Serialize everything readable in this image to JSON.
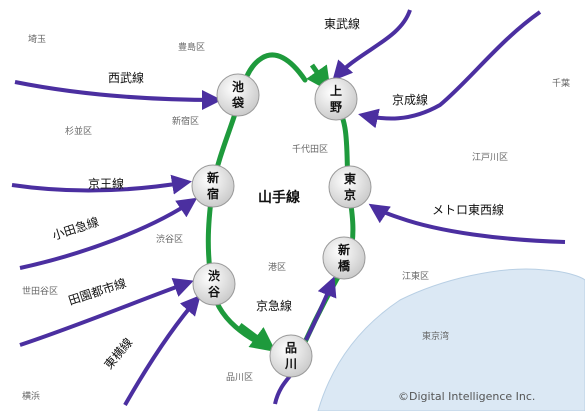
{
  "map": {
    "loop_name": "山手線",
    "copyright": "©Digital Intelligence Inc.",
    "colors": {
      "loop_line": "#1e9a3c",
      "connecting_line": "#4b2fa0",
      "bay_water": "#dbe8f4",
      "station_fill": "#dcdcdc",
      "background": "#ffffff"
    },
    "stations": [
      {
        "id": "ikebukuro",
        "line1": "池",
        "line2": "袋"
      },
      {
        "id": "ueno",
        "line1": "上",
        "line2": "野"
      },
      {
        "id": "shinjuku",
        "line1": "新",
        "line2": "宿"
      },
      {
        "id": "tokyo",
        "line1": "東",
        "line2": "京"
      },
      {
        "id": "shibuya",
        "line1": "渋",
        "line2": "谷"
      },
      {
        "id": "shimbashi",
        "line1": "新",
        "line2": "橋"
      },
      {
        "id": "shinagawa",
        "line1": "品",
        "line2": "川"
      }
    ],
    "lines": [
      {
        "id": "tobu",
        "name": "東武線"
      },
      {
        "id": "seibu",
        "name": "西武線"
      },
      {
        "id": "keisei",
        "name": "京成線"
      },
      {
        "id": "keio",
        "name": "京王線"
      },
      {
        "id": "odakyu",
        "name": "小田急線"
      },
      {
        "id": "tozai",
        "name": "メトロ東西線"
      },
      {
        "id": "denentoshi",
        "name": "田園都市線"
      },
      {
        "id": "toyoko",
        "name": "東横線"
      },
      {
        "id": "keikyu",
        "name": "京急線"
      }
    ],
    "areas": [
      {
        "id": "saitama",
        "name": "埼玉"
      },
      {
        "id": "toshima",
        "name": "豊島区"
      },
      {
        "id": "chiba",
        "name": "千葉"
      },
      {
        "id": "shinjuku_ku",
        "name": "新宿区"
      },
      {
        "id": "suginami",
        "name": "杉並区"
      },
      {
        "id": "chiyoda",
        "name": "千代田区"
      },
      {
        "id": "edogawa",
        "name": "江戸川区"
      },
      {
        "id": "shibuya_ku",
        "name": "渋谷区"
      },
      {
        "id": "minato",
        "name": "港区"
      },
      {
        "id": "koto",
        "name": "江東区"
      },
      {
        "id": "setagaya",
        "name": "世田谷区"
      },
      {
        "id": "tokyo_bay",
        "name": "東京湾"
      },
      {
        "id": "shinagawa_ku",
        "name": "品川区"
      },
      {
        "id": "yokohama",
        "name": "横浜"
      }
    ]
  }
}
